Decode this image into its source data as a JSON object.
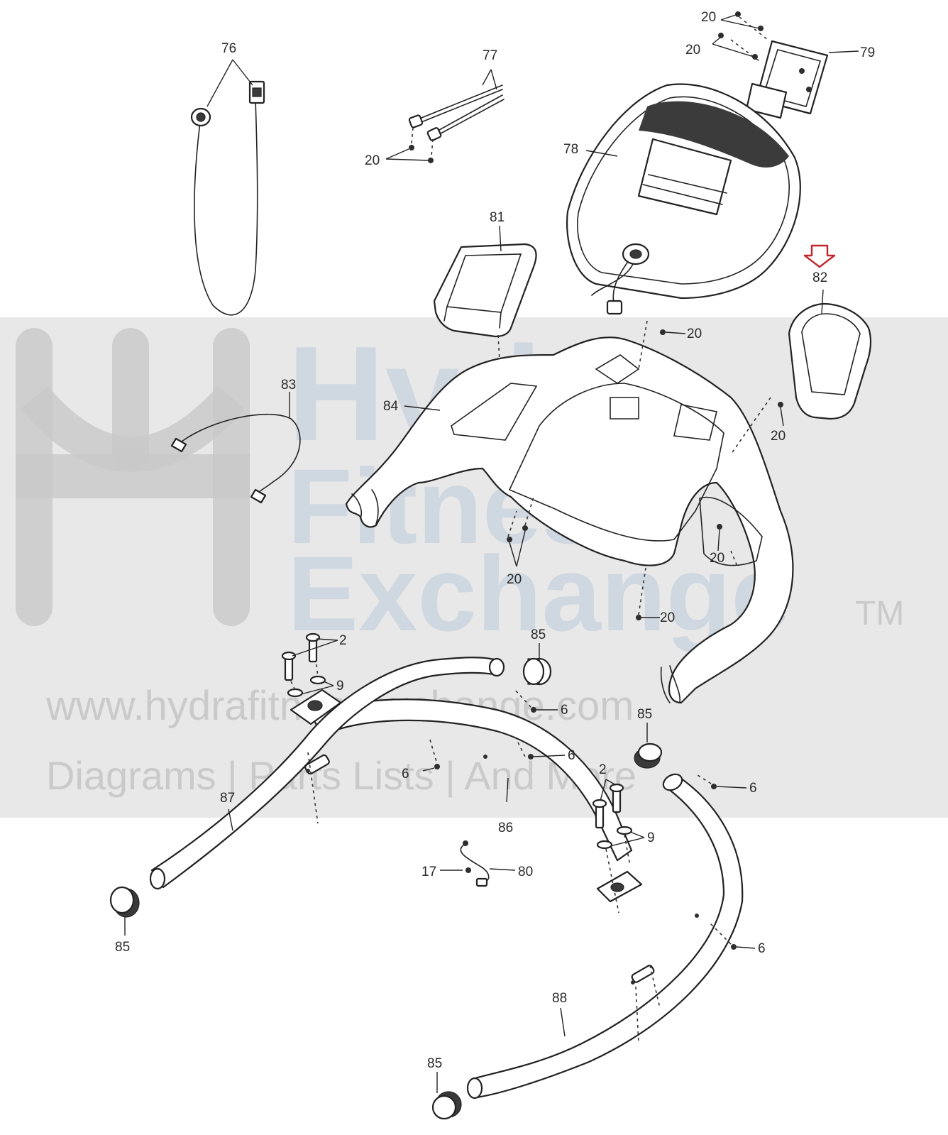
{
  "watermark": {
    "line1": "Hydra",
    "line2": "Fitness",
    "line3": "Exchange",
    "tm": "TM",
    "url": "www.hydrafitnessexchange.com",
    "tagline": "Diagrams | Parts Lists | And More"
  },
  "highlight": {
    "part": "82",
    "color": "#c0262d"
  },
  "callouts": {
    "c76": "76",
    "c77": "77",
    "c78": "78",
    "c79": "79",
    "c81": "81",
    "c82": "82",
    "c83": "83",
    "c84": "84",
    "c85a": "85",
    "c85b": "85",
    "c85c": "85",
    "c85d": "85",
    "c86": "86",
    "c87": "87",
    "c88": "88",
    "c80": "80",
    "c17": "17",
    "c20a": "20",
    "c20b": "20",
    "c20c": "20",
    "c20d": "20",
    "c20e": "20",
    "c20f": "20",
    "c20g": "20",
    "c20h": "20",
    "c2a": "2",
    "c2b": "2",
    "c9a": "9",
    "c9b": "9",
    "c6a": "6",
    "c6b": "6",
    "c6c": "6",
    "c6d": "6",
    "c6e": "6"
  }
}
